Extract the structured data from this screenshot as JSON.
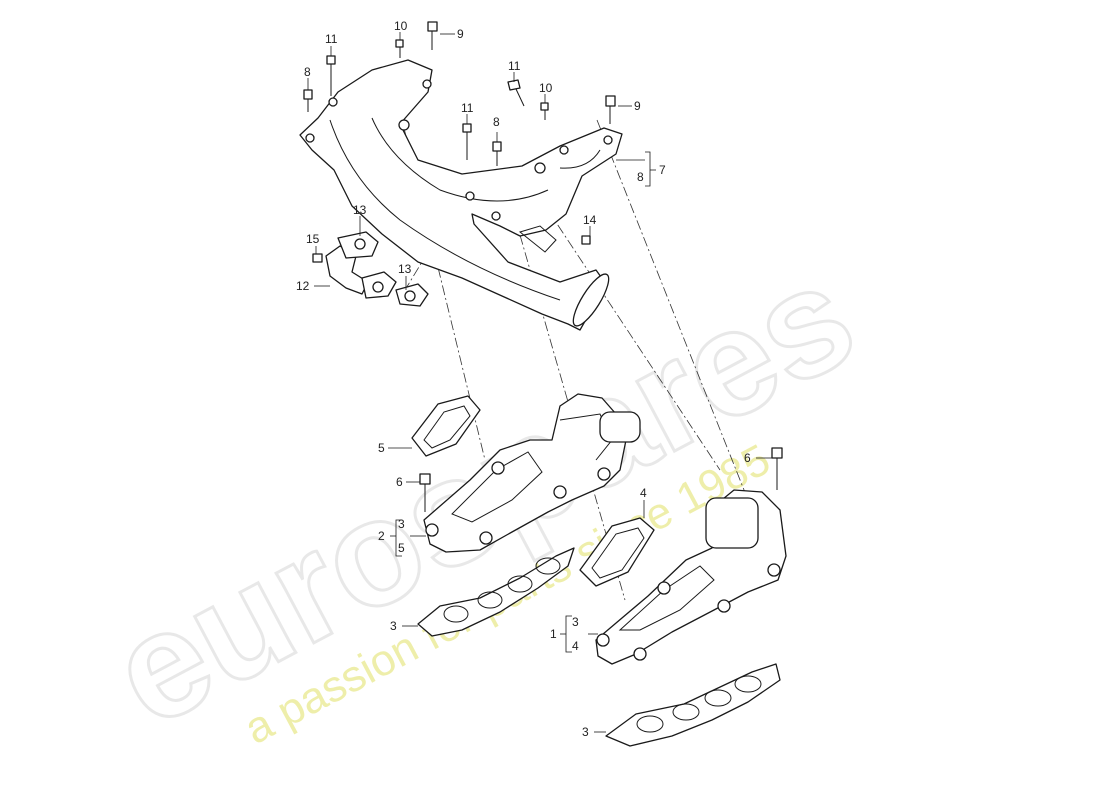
{
  "watermark": {
    "brand": "eurospares",
    "tagline": "a passion for parts since 1985",
    "brand_color": "#d8d8d8",
    "tagline_color": "#e8e88a"
  },
  "callouts": {
    "c11a": "11",
    "c10a": "10",
    "c9a": "9",
    "c8a": "8",
    "c11b": "11",
    "c10b": "10",
    "c9b": "9",
    "c11c": "11",
    "c8b": "8",
    "c7": "7",
    "c8c": "8",
    "c13a": "13",
    "c15": "15",
    "c14": "14",
    "c13b": "13",
    "c12": "12",
    "c5a": "5",
    "c6a": "6",
    "c2": "2",
    "c3a": "3",
    "c5b": "5",
    "c4": "4",
    "c6b": "6",
    "c3b": "3",
    "c1": "1",
    "c3c": "3",
    "c4b": "4",
    "c3d": "3"
  }
}
